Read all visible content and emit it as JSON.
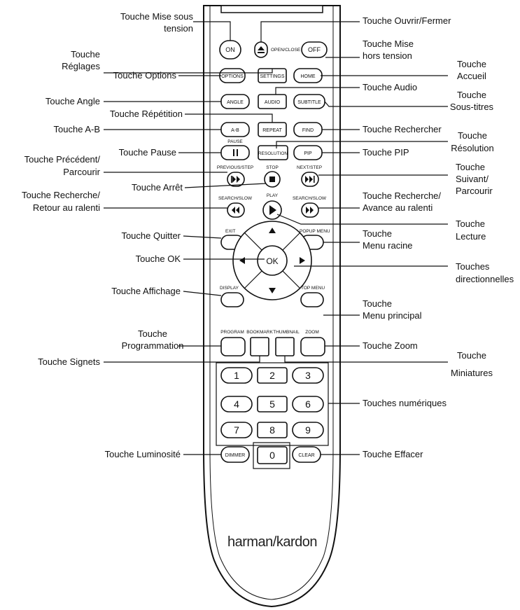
{
  "buttons": {
    "on": "ON",
    "open_close": "OPEN/CLOSE",
    "off": "OFF",
    "options": "OPTIONS",
    "settings": "SETTINGS",
    "home": "HOME",
    "angle": "ANGLE",
    "audio": "AUDIO",
    "subtitle": "SUBTITLE",
    "ab": "A-B",
    "repeat": "REPEAT",
    "find": "FIND",
    "pause_caption": "PAUSE",
    "resolution": "RESOLUTION",
    "pip": "PIP",
    "previous_step": "PREVIOUS/STEP",
    "stop": "STOP",
    "next_step": "NEXT/STEP",
    "search_slow_left": "SEARCH/SLOW",
    "play": "PLAY",
    "search_slow_right": "SEARCH/SLOW",
    "exit": "EXIT",
    "popup_menu": "POPUP MENU",
    "ok": "OK",
    "display": "DISPLAY",
    "top_menu": "TOP MENU",
    "program": "PROGRAM",
    "bookmark": "BOOKMARK",
    "thumbnail": "THUMBNAIL",
    "zoom": "ZOOM",
    "digits": [
      "1",
      "2",
      "3",
      "4",
      "5",
      "6",
      "7",
      "8",
      "9",
      "0"
    ],
    "dimmer": "DIMMER",
    "clear": "CLEAR"
  },
  "brand": "harman/kardon",
  "labels": {
    "power_on": [
      "Touche Mise sous",
      "tension"
    ],
    "open_close": [
      "Touche Ouvrir/Fermer"
    ],
    "power_off": [
      "Touche Mise",
      "hors tension"
    ],
    "settings": [
      "Touche",
      "Réglages"
    ],
    "options": [
      "Touche Options"
    ],
    "home": [
      "Touche",
      "Accueil"
    ],
    "audio": [
      "Touche Audio"
    ],
    "angle": [
      "Touche Angle"
    ],
    "subtitle": [
      "Touche",
      "Sous-titres"
    ],
    "repeat": [
      "Touche Répétition"
    ],
    "ab": [
      "Touche A-B"
    ],
    "find": [
      "Touche Rechercher"
    ],
    "resolution": [
      "Touche",
      "Résolution"
    ],
    "pause": [
      "Touche Pause"
    ],
    "pip": [
      "Touche PIP"
    ],
    "previous": [
      "Touche Précédent/",
      "Parcourir"
    ],
    "next": [
      "Touche",
      "Suivant/",
      "Parcourir"
    ],
    "stop": [
      "Touche Arrêt"
    ],
    "search_back": [
      "Touche Recherche/",
      "Retour au ralenti"
    ],
    "search_fwd": [
      "Touche Recherche/",
      "Avance au ralenti"
    ],
    "exit": [
      "Touche Quitter"
    ],
    "play": [
      "Touche",
      "Lecture"
    ],
    "popup": [
      "Touche",
      "Menu racine"
    ],
    "ok": [
      "Touche OK"
    ],
    "arrows": [
      "Touches",
      "directionnelles"
    ],
    "display": [
      "Touche Affichage"
    ],
    "top_menu": [
      "Touche",
      "Menu principal"
    ],
    "program": [
      "Touche",
      "Programmation"
    ],
    "zoom": [
      "Touche Zoom"
    ],
    "bookmark": [
      "Touche Signets"
    ],
    "thumbnail": [
      "Touche",
      "Miniatures"
    ],
    "numeric": [
      "Touches numériques"
    ],
    "dimmer": [
      "Touche Luminosité"
    ],
    "clear": [
      "Touche Effacer"
    ]
  }
}
